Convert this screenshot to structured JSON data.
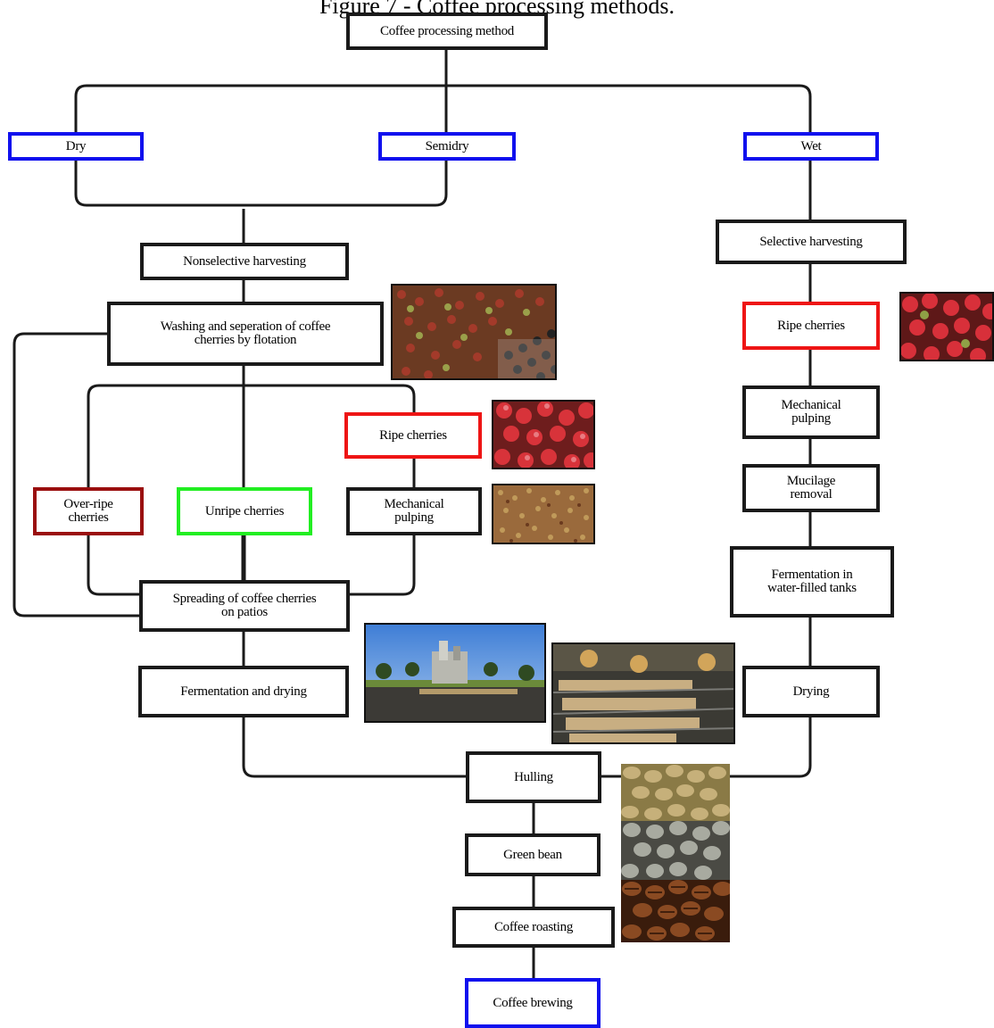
{
  "title": "Figure 7 - Coffee processing methods.",
  "nodes": {
    "root": "Coffee processing method",
    "dry": "Dry",
    "semidry": "Semidry",
    "wet": "Wet",
    "nonselective": "Nonselective harvesting",
    "washing": "Washing and seperation of coffee\ncherries by flotation",
    "ripe_left": "Ripe cherries",
    "overripe": "Over-ripe\ncherries",
    "unripe": "Unripe cherries",
    "pulping_left": "Mechanical\npulping",
    "spreading": "Spreading of coffee cherries\non patios",
    "ferm_drying": "Fermentation and drying",
    "selective": "Selective harvesting",
    "ripe_right": "Ripe cherries",
    "pulping_right": "Mechanical\npulping",
    "mucilage": "Mucilage\nremoval",
    "fermentation_tanks": "Fermentation in\nwater-filled tanks",
    "drying": "Drying",
    "hulling": "Hulling",
    "green_bean": "Green bean",
    "roasting": "Coffee roasting",
    "brewing": "Coffee brewing"
  },
  "box_colors": {
    "default": "#1a1a1a",
    "method": "#1010ee",
    "ripe": "#ee1515",
    "overripe": "#9a0f0f",
    "unripe": "#22ee22"
  },
  "photos": [
    "floating-cherries-photo",
    "ripe-cherries-photo-left",
    "pulped-coffee-photo",
    "ripe-cherries-photo-right",
    "drying-machinery-photo",
    "drying-patio-photo",
    "green-beans-photo",
    "gray-beans-photo",
    "roasted-beans-photo"
  ]
}
